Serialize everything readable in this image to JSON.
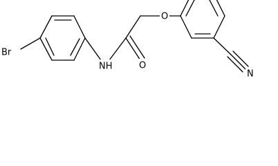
{
  "structure": {
    "atoms": {
      "bromine": "Br",
      "amide_nh": "NH",
      "carbonyl_oxygen": "O",
      "ether_oxygen": "O",
      "nitrile_nitrogen": "N"
    }
  },
  "colors": {
    "ink": "#000000",
    "background": "#ffffff"
  }
}
